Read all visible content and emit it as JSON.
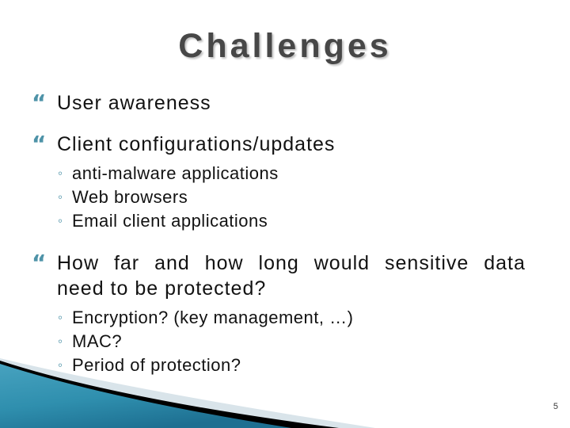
{
  "slide": {
    "title": "Challenges",
    "page_number": "5",
    "bullet_glyph": "“",
    "sub_bullet_glyph": "◦",
    "bullets": [
      {
        "text": "User awareness"
      },
      {
        "text": "Client configurations/updates",
        "subs": [
          "anti-malware applications",
          "Web browsers",
          "Email client applications"
        ]
      },
      {
        "lines": [
          "How far and how long would sensitive data",
          "need to be protected?"
        ],
        "subs": [
          "Encryption? (key management, …)",
          "MAC?",
          "Period of protection?"
        ]
      }
    ],
    "colors": {
      "accent_teal": "#3d93af",
      "teal_gradient_light": "#47a2bf",
      "teal_gradient_dark": "#1d6f91",
      "black_stripe": "#000000",
      "pale_stripe": "#d9e4ea",
      "title_gray": "#474747",
      "body_text": "#121212"
    }
  }
}
